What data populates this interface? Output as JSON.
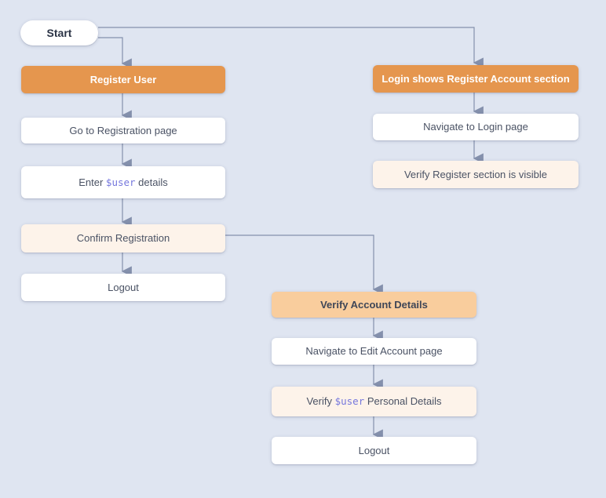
{
  "diagram": {
    "title": "registration-test-flowchart",
    "colors": {
      "background": "#DFE5F1",
      "header_node": "#E5964E",
      "subheader_node": "#F9CD9D",
      "assertion_node": "#FDF3EA",
      "step_node": "#FFFFFF",
      "connector": "#8490AC",
      "step_text": "#4A5264",
      "variable_text": "#7577DD"
    },
    "nodes": {
      "start": {
        "label": "Start"
      },
      "register_user": {
        "label": "Register User"
      },
      "go_to_registration": {
        "label": "Go to Registration page"
      },
      "enter_user_details": {
        "prefix": "Enter ",
        "var": "$user",
        "suffix": " details"
      },
      "confirm_registration": {
        "label": "Confirm Registration"
      },
      "logout_left": {
        "label": "Logout"
      },
      "login_shows_register": {
        "label": "Login shows Register Account section"
      },
      "navigate_to_login": {
        "label": "Navigate to Login page"
      },
      "verify_register_visible": {
        "label": "Verify Register section is visible"
      },
      "verify_account_details": {
        "label": "Verify Account Details"
      },
      "navigate_to_edit_account": {
        "label": "Navigate to Edit Account page"
      },
      "verify_user_personal": {
        "prefix": "Verify ",
        "var": "$user",
        "suffix": " Personal Details"
      },
      "logout_middle": {
        "label": "Logout"
      }
    },
    "edges": [
      {
        "from": "start",
        "to": "register_user"
      },
      {
        "from": "start",
        "to": "login_shows_register"
      },
      {
        "from": "register_user",
        "to": "go_to_registration"
      },
      {
        "from": "go_to_registration",
        "to": "enter_user_details"
      },
      {
        "from": "enter_user_details",
        "to": "confirm_registration"
      },
      {
        "from": "confirm_registration",
        "to": "logout_left"
      },
      {
        "from": "confirm_registration",
        "to": "verify_account_details"
      },
      {
        "from": "verify_account_details",
        "to": "navigate_to_edit_account"
      },
      {
        "from": "navigate_to_edit_account",
        "to": "verify_user_personal"
      },
      {
        "from": "verify_user_personal",
        "to": "logout_middle"
      },
      {
        "from": "login_shows_register",
        "to": "navigate_to_login"
      },
      {
        "from": "navigate_to_login",
        "to": "verify_register_visible"
      }
    ]
  }
}
